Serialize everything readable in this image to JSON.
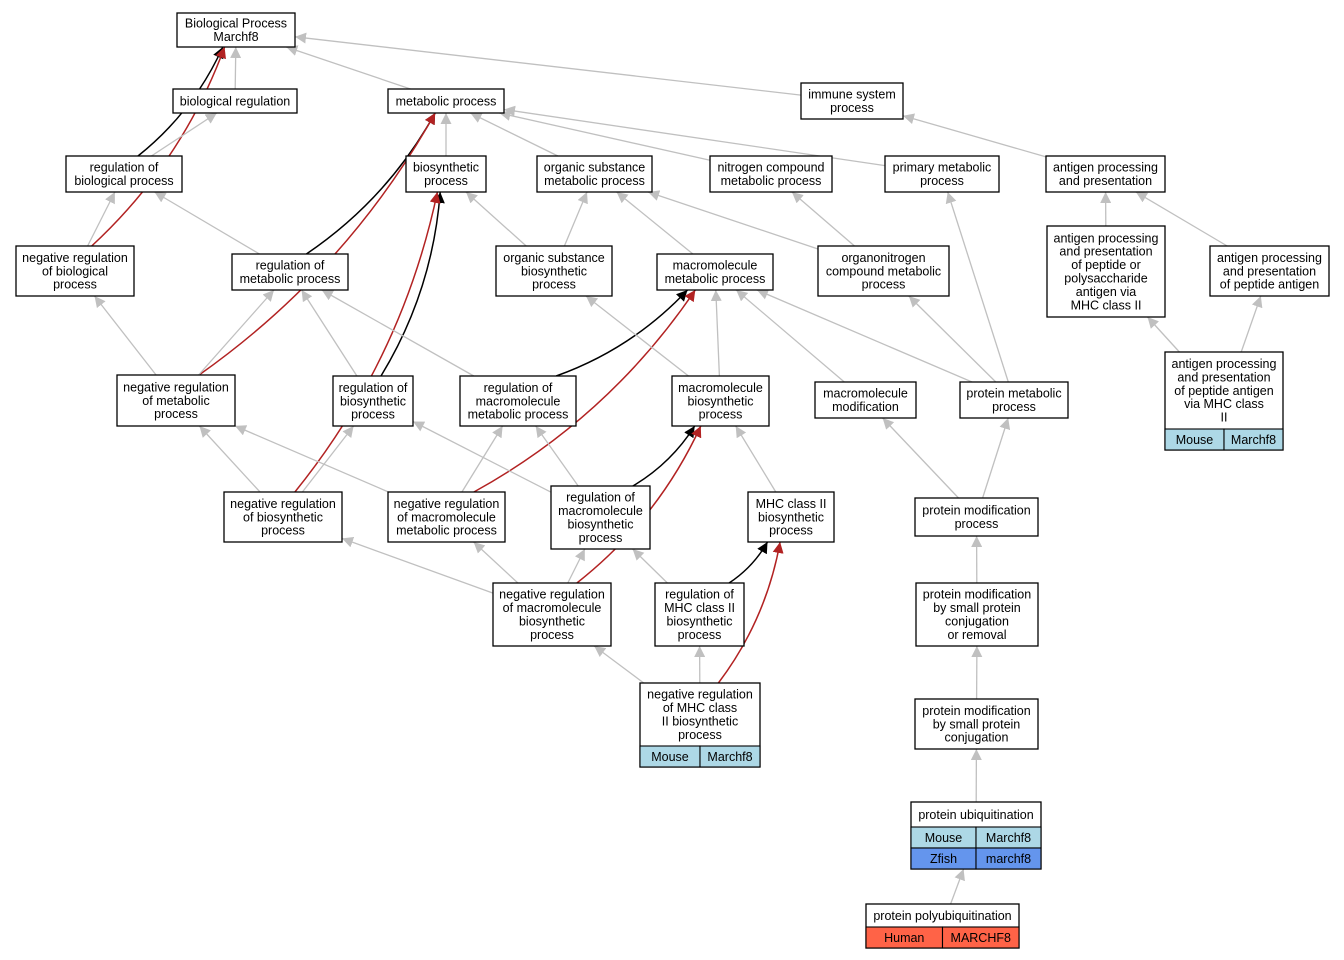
{
  "colors": {
    "is_a_edge": "#c0c0c0",
    "positive_regulation_edge": "#000000",
    "negative_regulation_edge": "#b22222",
    "mouse_annotation": "#add8e6",
    "zfish_annotation": "#6495ed",
    "human_annotation": "#ff6347"
  },
  "nodes": {
    "bp": {
      "lines": [
        "Biological Process",
        "Marchf8"
      ]
    },
    "biological_regulation": {
      "lines": [
        "biological regulation"
      ]
    },
    "metabolic_process": {
      "lines": [
        "metabolic process"
      ]
    },
    "immune_system_process": {
      "lines": [
        "immune system",
        "process"
      ]
    },
    "reg_bio_process": {
      "lines": [
        "regulation of",
        "biological process"
      ]
    },
    "biosynthetic_process": {
      "lines": [
        "biosynthetic",
        "process"
      ]
    },
    "organic_substance_metabolic": {
      "lines": [
        "organic substance",
        "metabolic process"
      ]
    },
    "nitrogen_compound_metabolic": {
      "lines": [
        "nitrogen compound",
        "metabolic process"
      ]
    },
    "primary_metabolic": {
      "lines": [
        "primary metabolic",
        "process"
      ]
    },
    "antigen_proc_pres": {
      "lines": [
        "antigen processing",
        "and presentation"
      ]
    },
    "neg_reg_bio_process": {
      "lines": [
        "negative regulation",
        "of biological",
        "process"
      ]
    },
    "reg_metabolic": {
      "lines": [
        "regulation of",
        "metabolic process"
      ]
    },
    "organic_substance_biosynthetic": {
      "lines": [
        "organic substance",
        "biosynthetic",
        "process"
      ]
    },
    "macromolecule_metabolic": {
      "lines": [
        "macromolecule",
        "metabolic process"
      ]
    },
    "organonitrogen": {
      "lines": [
        "organonitrogen",
        "compound metabolic",
        "process"
      ]
    },
    "antigen_peptide_poly_mhc2": {
      "lines": [
        "antigen processing",
        "and presentation",
        "of peptide or",
        "polysaccharide",
        "antigen via",
        "MHC class II"
      ]
    },
    "antigen_peptide": {
      "lines": [
        "antigen processing",
        "and presentation",
        "of peptide antigen"
      ]
    },
    "neg_reg_metabolic": {
      "lines": [
        "negative regulation",
        "of metabolic",
        "process"
      ]
    },
    "reg_biosynthetic": {
      "lines": [
        "regulation of",
        "biosynthetic",
        "process"
      ]
    },
    "reg_macromolecule_metabolic": {
      "lines": [
        "regulation of",
        "macromolecule",
        "metabolic process"
      ]
    },
    "macromolecule_biosynthetic": {
      "lines": [
        "macromolecule",
        "biosynthetic",
        "process"
      ]
    },
    "macromolecule_modification": {
      "lines": [
        "macromolecule",
        "modification"
      ]
    },
    "protein_metabolic": {
      "lines": [
        "protein metabolic",
        "process"
      ]
    },
    "antigen_peptide_mhc2": {
      "lines": [
        "antigen processing",
        "and presentation",
        "of peptide antigen",
        "via MHC class",
        "II"
      ],
      "annotations": [
        [
          {
            "text": "Mouse",
            "color": "#add8e6"
          },
          {
            "text": "Marchf8",
            "color": "#add8e6"
          }
        ]
      ]
    },
    "neg_reg_biosynthetic": {
      "lines": [
        "negative regulation",
        "of biosynthetic",
        "process"
      ]
    },
    "neg_reg_macromolecule_metabolic": {
      "lines": [
        "negative regulation",
        "of macromolecule",
        "metabolic process"
      ]
    },
    "reg_macromolecule_biosynthetic": {
      "lines": [
        "regulation of",
        "macromolecule",
        "biosynthetic",
        "process"
      ]
    },
    "mhc2_biosynthetic": {
      "lines": [
        "MHC class II",
        "biosynthetic",
        "process"
      ]
    },
    "protein_modification": {
      "lines": [
        "protein modification",
        "process"
      ]
    },
    "neg_reg_macromolecule_biosynthetic": {
      "lines": [
        "negative regulation",
        "of macromolecule",
        "biosynthetic",
        "process"
      ]
    },
    "reg_mhc2_biosynthetic": {
      "lines": [
        "regulation of",
        "MHC class II",
        "biosynthetic",
        "process"
      ]
    },
    "protein_mod_small_conj_removal": {
      "lines": [
        "protein modification",
        "by small protein",
        "conjugation",
        "or removal"
      ]
    },
    "neg_reg_mhc2_biosynthetic": {
      "lines": [
        "negative regulation",
        "of MHC class",
        "II biosynthetic",
        "process"
      ],
      "annotations": [
        [
          {
            "text": "Mouse",
            "color": "#add8e6"
          },
          {
            "text": "Marchf8",
            "color": "#add8e6"
          }
        ]
      ]
    },
    "protein_mod_small_conj": {
      "lines": [
        "protein modification",
        "by small protein",
        "conjugation"
      ]
    },
    "protein_ubiquitination": {
      "lines": [
        "protein ubiquitination"
      ],
      "annotations": [
        [
          {
            "text": "Mouse",
            "color": "#add8e6"
          },
          {
            "text": "Marchf8",
            "color": "#add8e6"
          }
        ],
        [
          {
            "text": "Zfish",
            "color": "#6495ed"
          },
          {
            "text": "marchf8",
            "color": "#6495ed"
          }
        ]
      ]
    },
    "protein_polyubiquitination": {
      "lines": [
        "protein polyubiquitination"
      ],
      "annotations": [
        [
          {
            "text": "Human",
            "color": "#ff6347"
          },
          {
            "text": "MARCHF8",
            "color": "#ff6347"
          }
        ]
      ]
    }
  },
  "edges": [
    {
      "from": "biological_regulation",
      "to": "bp",
      "type": "is_a"
    },
    {
      "from": "metabolic_process",
      "to": "bp",
      "type": "is_a"
    },
    {
      "from": "immune_system_process",
      "to": "bp",
      "type": "is_a"
    },
    {
      "from": "reg_bio_process",
      "to": "bp",
      "type": "positively_regulates"
    },
    {
      "from": "neg_reg_bio_process",
      "to": "bp",
      "type": "negatively_regulates"
    },
    {
      "from": "reg_bio_process",
      "to": "biological_regulation",
      "type": "is_a"
    },
    {
      "from": "biosynthetic_process",
      "to": "metabolic_process",
      "type": "is_a"
    },
    {
      "from": "organic_substance_metabolic",
      "to": "metabolic_process",
      "type": "is_a"
    },
    {
      "from": "nitrogen_compound_metabolic",
      "to": "metabolic_process",
      "type": "is_a"
    },
    {
      "from": "primary_metabolic",
      "to": "metabolic_process",
      "type": "is_a"
    },
    {
      "from": "reg_metabolic",
      "to": "metabolic_process",
      "type": "positively_regulates"
    },
    {
      "from": "neg_reg_metabolic",
      "to": "metabolic_process",
      "type": "negatively_regulates"
    },
    {
      "from": "antigen_proc_pres",
      "to": "immune_system_process",
      "type": "is_a"
    },
    {
      "from": "neg_reg_bio_process",
      "to": "reg_bio_process",
      "type": "is_a"
    },
    {
      "from": "reg_metabolic",
      "to": "reg_bio_process",
      "type": "is_a"
    },
    {
      "from": "organic_substance_biosynthetic",
      "to": "biosynthetic_process",
      "type": "is_a"
    },
    {
      "from": "reg_biosynthetic",
      "to": "biosynthetic_process",
      "type": "positively_regulates"
    },
    {
      "from": "neg_reg_biosynthetic",
      "to": "biosynthetic_process",
      "type": "negatively_regulates"
    },
    {
      "from": "organic_substance_biosynthetic",
      "to": "organic_substance_metabolic",
      "type": "is_a"
    },
    {
      "from": "macromolecule_metabolic",
      "to": "organic_substance_metabolic",
      "type": "is_a"
    },
    {
      "from": "organonitrogen",
      "to": "organic_substance_metabolic",
      "type": "is_a"
    },
    {
      "from": "organonitrogen",
      "to": "nitrogen_compound_metabolic",
      "type": "is_a"
    },
    {
      "from": "protein_metabolic",
      "to": "primary_metabolic",
      "type": "is_a"
    },
    {
      "from": "antigen_peptide_poly_mhc2",
      "to": "antigen_proc_pres",
      "type": "is_a"
    },
    {
      "from": "antigen_peptide",
      "to": "antigen_proc_pres",
      "type": "is_a"
    },
    {
      "from": "neg_reg_metabolic",
      "to": "neg_reg_bio_process",
      "type": "is_a"
    },
    {
      "from": "neg_reg_metabolic",
      "to": "reg_metabolic",
      "type": "is_a"
    },
    {
      "from": "reg_biosynthetic",
      "to": "reg_metabolic",
      "type": "is_a"
    },
    {
      "from": "reg_macromolecule_metabolic",
      "to": "reg_metabolic",
      "type": "is_a"
    },
    {
      "from": "reg_macromolecule_metabolic",
      "to": "macromolecule_metabolic",
      "type": "positively_regulates"
    },
    {
      "from": "neg_reg_macromolecule_metabolic",
      "to": "macromolecule_metabolic",
      "type": "negatively_regulates"
    },
    {
      "from": "macromolecule_biosynthetic",
      "to": "macromolecule_metabolic",
      "type": "is_a"
    },
    {
      "from": "macromolecule_modification",
      "to": "macromolecule_metabolic",
      "type": "is_a"
    },
    {
      "from": "protein_metabolic",
      "to": "macromolecule_metabolic",
      "type": "is_a"
    },
    {
      "from": "macromolecule_biosynthetic",
      "to": "organic_substance_biosynthetic",
      "type": "is_a"
    },
    {
      "from": "protein_metabolic",
      "to": "organonitrogen",
      "type": "is_a"
    },
    {
      "from": "antigen_peptide_mhc2",
      "to": "antigen_peptide_poly_mhc2",
      "type": "is_a"
    },
    {
      "from": "antigen_peptide_mhc2",
      "to": "antigen_peptide",
      "type": "is_a"
    },
    {
      "from": "neg_reg_biosynthetic",
      "to": "neg_reg_metabolic",
      "type": "is_a"
    },
    {
      "from": "neg_reg_macromolecule_metabolic",
      "to": "neg_reg_metabolic",
      "type": "is_a"
    },
    {
      "from": "neg_reg_biosynthetic",
      "to": "reg_biosynthetic",
      "type": "is_a"
    },
    {
      "from": "reg_macromolecule_biosynthetic",
      "to": "reg_biosynthetic",
      "type": "is_a"
    },
    {
      "from": "neg_reg_macromolecule_metabolic",
      "to": "reg_macromolecule_metabolic",
      "type": "is_a"
    },
    {
      "from": "reg_macromolecule_biosynthetic",
      "to": "reg_macromolecule_metabolic",
      "type": "is_a"
    },
    {
      "from": "reg_macromolecule_biosynthetic",
      "to": "macromolecule_biosynthetic",
      "type": "positively_regulates"
    },
    {
      "from": "neg_reg_macromolecule_biosynthetic",
      "to": "macromolecule_biosynthetic",
      "type": "negatively_regulates"
    },
    {
      "from": "mhc2_biosynthetic",
      "to": "macromolecule_biosynthetic",
      "type": "is_a"
    },
    {
      "from": "protein_modification",
      "to": "macromolecule_modification",
      "type": "is_a"
    },
    {
      "from": "protein_modification",
      "to": "protein_metabolic",
      "type": "is_a"
    },
    {
      "from": "neg_reg_macromolecule_biosynthetic",
      "to": "neg_reg_biosynthetic",
      "type": "is_a"
    },
    {
      "from": "neg_reg_macromolecule_biosynthetic",
      "to": "neg_reg_macromolecule_metabolic",
      "type": "is_a"
    },
    {
      "from": "neg_reg_macromolecule_biosynthetic",
      "to": "reg_macromolecule_biosynthetic",
      "type": "is_a"
    },
    {
      "from": "reg_mhc2_biosynthetic",
      "to": "reg_macromolecule_biosynthetic",
      "type": "is_a"
    },
    {
      "from": "reg_mhc2_biosynthetic",
      "to": "mhc2_biosynthetic",
      "type": "positively_regulates"
    },
    {
      "from": "neg_reg_mhc2_biosynthetic",
      "to": "mhc2_biosynthetic",
      "type": "negatively_regulates"
    },
    {
      "from": "neg_reg_mhc2_biosynthetic",
      "to": "neg_reg_macromolecule_biosynthetic",
      "type": "is_a"
    },
    {
      "from": "neg_reg_mhc2_biosynthetic",
      "to": "reg_mhc2_biosynthetic",
      "type": "is_a"
    },
    {
      "from": "protein_mod_small_conj_removal",
      "to": "protein_modification",
      "type": "is_a"
    },
    {
      "from": "protein_mod_small_conj",
      "to": "protein_mod_small_conj_removal",
      "type": "is_a"
    },
    {
      "from": "protein_ubiquitination",
      "to": "protein_mod_small_conj",
      "type": "is_a"
    },
    {
      "from": "protein_polyubiquitination",
      "to": "protein_ubiquitination",
      "type": "is_a"
    }
  ]
}
